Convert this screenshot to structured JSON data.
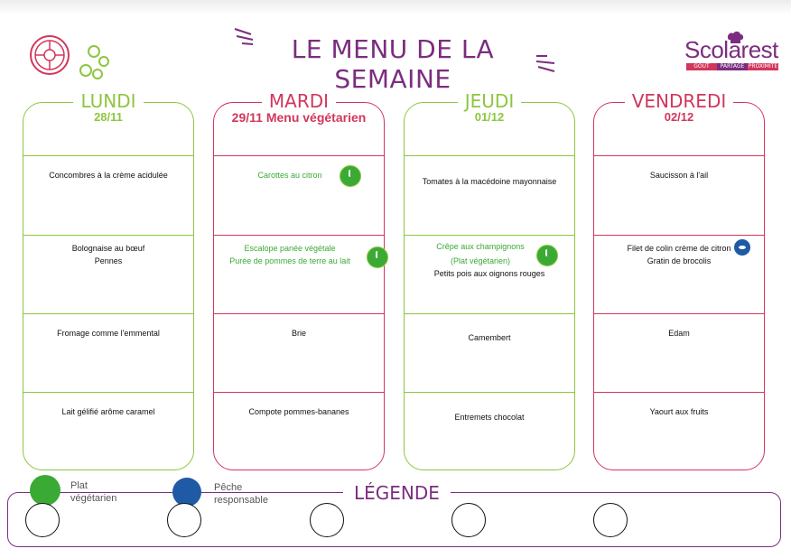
{
  "header": {
    "title": "LE MENU DE LA SEMAINE",
    "brand": "Scolarest",
    "tagline": [
      "GOÛT",
      "PARTAGE",
      "PROXIMITÉ"
    ]
  },
  "days": [
    {
      "name": "LUNDI",
      "date": "28/11",
      "items": [
        [
          "Concombres à la crème acidulée"
        ],
        [
          "Bolognaise au bœuf",
          "Pennes"
        ],
        [
          "Fromage comme l'emmental"
        ],
        [
          "Lait gélifié arôme caramel"
        ]
      ]
    },
    {
      "name": "MARDI",
      "date": "29/11 Menu végétarien",
      "items": [
        [
          "Carottes au citron"
        ],
        [
          "Escalope panée végétale",
          "Purée de pommes de terre au lait"
        ],
        [
          "Brie"
        ],
        [
          "Compote pommes-bananes"
        ]
      ]
    },
    {
      "name": "JEUDI",
      "date": "01/12",
      "items": [
        [
          "Tomates à la macédoine mayonnaise"
        ],
        [
          "Crêpe aux champignons",
          "(Plat végétarien)",
          "Petits pois aux oignons rouges"
        ],
        [
          "Camembert"
        ],
        [
          "Entremets chocolat"
        ]
      ]
    },
    {
      "name": "VENDREDI",
      "date": "02/12",
      "items": [
        [
          "Saucisson à l'ail"
        ],
        [
          "Filet de colin crème de citron",
          "Gratin de brocolis"
        ],
        [
          "Edam"
        ],
        [
          "Yaourt aux fruits"
        ]
      ]
    }
  ],
  "legend": {
    "title": "LÉGENDE",
    "veg_label_1": "Plat",
    "veg_label_2": "végétarien",
    "peche_label_1": "Pêche",
    "peche_label_2": "responsable"
  },
  "colors": {
    "purple": "#7b2d7f",
    "green": "#8dc63f",
    "red": "#d2365c",
    "veg_green": "#3aaa35",
    "blue": "#1f5aa6"
  },
  "icons": [
    "tomato-slice-icon",
    "peas-icon",
    "vegetarian-badge-icon",
    "peche-responsable-icon",
    "chef-hat-icon"
  ]
}
